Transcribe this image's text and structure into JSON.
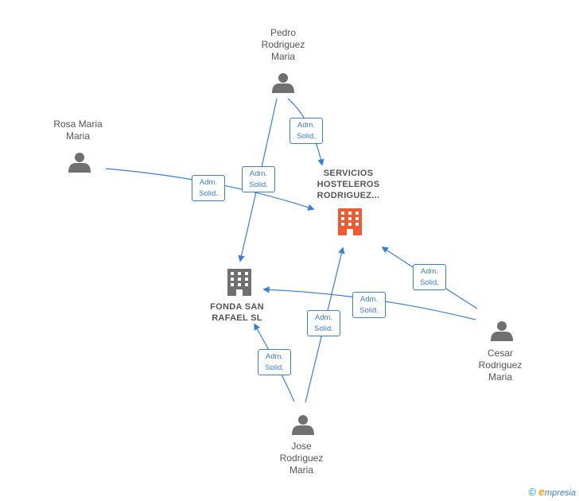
{
  "people": {
    "pedro": {
      "label": "Pedro\nRodriguez\nMaria",
      "icon": "person-icon"
    },
    "rosa": {
      "label": "Rosa Maria\nMaria",
      "icon": "person-icon"
    },
    "cesar": {
      "label": "Cesar\nRodriguez\nMaria",
      "icon": "person-icon"
    },
    "jose": {
      "label": "Jose\nRodriguez\nMaria",
      "icon": "person-icon"
    }
  },
  "companies": {
    "servicios": {
      "label": "SERVICIOS\nHOSTELEROS\nRODRIGUEZ...",
      "icon": "building-icon",
      "color": "#f05a30"
    },
    "fonda": {
      "label": "FONDA SAN\nRAFAEL  SL",
      "icon": "building-icon",
      "color": "#707070"
    }
  },
  "edges": {
    "e1": "Adm.\nSolid.",
    "e2": "Adm.\nSolid.",
    "e3": "Adm.\nSolid.",
    "e4": "Adm.\nSolid.",
    "e5": "Adm.\nSolid.",
    "e6": "Adm.\nSolid.",
    "e7": "Adm.\nSolid."
  },
  "colors": {
    "edge": "#3a7fd5",
    "person": "#707070"
  },
  "footer": {
    "copyright": "©",
    "brand_e": "e",
    "brand_rest": "mpresia"
  }
}
